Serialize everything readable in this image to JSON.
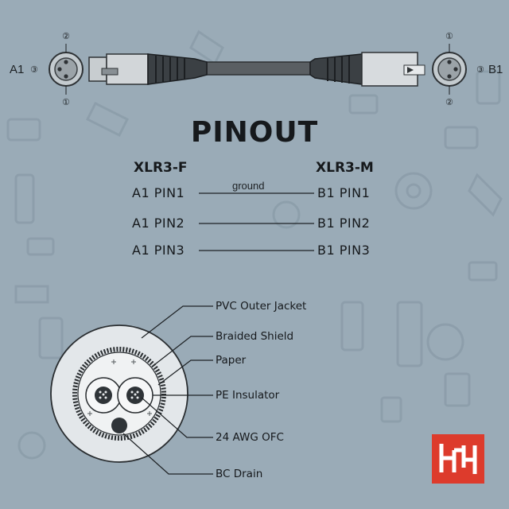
{
  "title": "PINOUT",
  "connector_left": {
    "end_label": "A1",
    "pin_top": "②",
    "pin_side": "③",
    "pin_bottom": "①"
  },
  "connector_right": {
    "end_label": "B1",
    "pin_top": "①",
    "pin_side": "③",
    "pin_bottom": "②"
  },
  "columns": {
    "left": "XLR3-F",
    "right": "XLR3-M"
  },
  "pin_rows": [
    {
      "left": "A1  PIN1",
      "note": "ground",
      "right": "B1  PIN1"
    },
    {
      "left": "A1  PIN2",
      "note": "",
      "right": "B1  PIN2"
    },
    {
      "left": "A1  PIN3",
      "note": "",
      "right": "B1  PIN3"
    }
  ],
  "cable_layers": [
    "PVC Outer Jacket",
    "Braided Shield",
    "Paper",
    "PE Insulator",
    "24  AWG OFC",
    "BC Drain"
  ],
  "colors": {
    "background": "#9aabb7",
    "text": "#16191c",
    "cable_jacket": "#e3e7ea",
    "brand_red": "#dd3b2c"
  },
  "icons": {
    "brand": "hosa-logo-icon",
    "connector_female": "xlr-female-connector-icon",
    "connector_male": "xlr-male-connector-icon"
  }
}
